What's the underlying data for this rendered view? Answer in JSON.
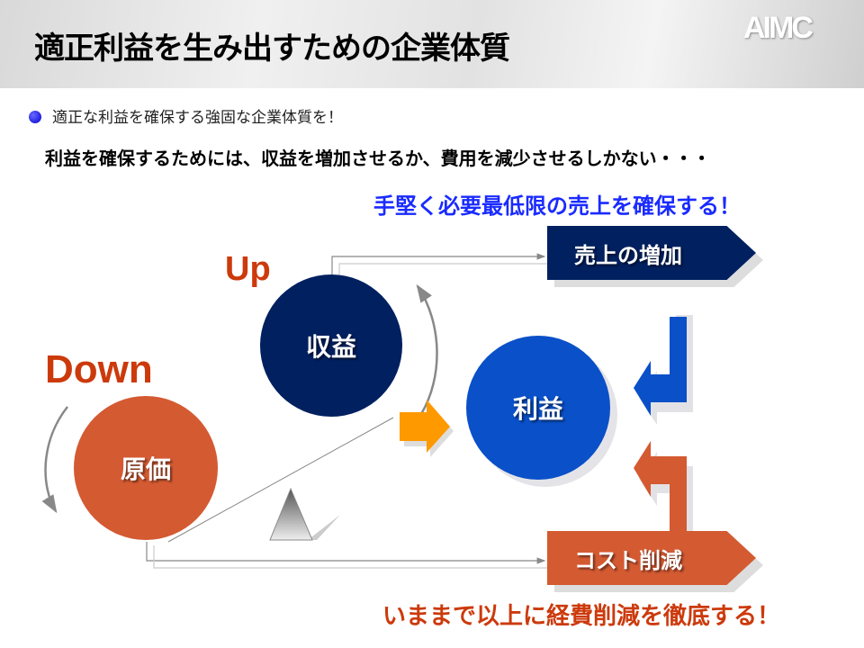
{
  "header": {
    "title": "適正利益を生み出すための企業体質",
    "logo": "AIMC"
  },
  "bullet": {
    "text": "適正な利益を確保する強固な企業体質を！"
  },
  "lead": "利益を確保するためには、収益を増加させるか、費用を減少させるしかない・・・",
  "blue_message": "手堅く必要最低限の売上を確保する！",
  "diagram": {
    "up_label": "Up",
    "down_label": "Down",
    "revenue": "収益",
    "cost": "原価",
    "profit": "利益",
    "sales_increase": "売上の増加",
    "cost_reduction": "コスト削減"
  },
  "bottom_message": "いままで以上に経費削減を徹底する！",
  "colors": {
    "navy": "#002060",
    "blue": "#0a50c8",
    "orange": "#d45a32",
    "accent_red": "#cc3a0c",
    "yellow_arrow": "#ff9900",
    "text_blue": "#1a2bff"
  }
}
